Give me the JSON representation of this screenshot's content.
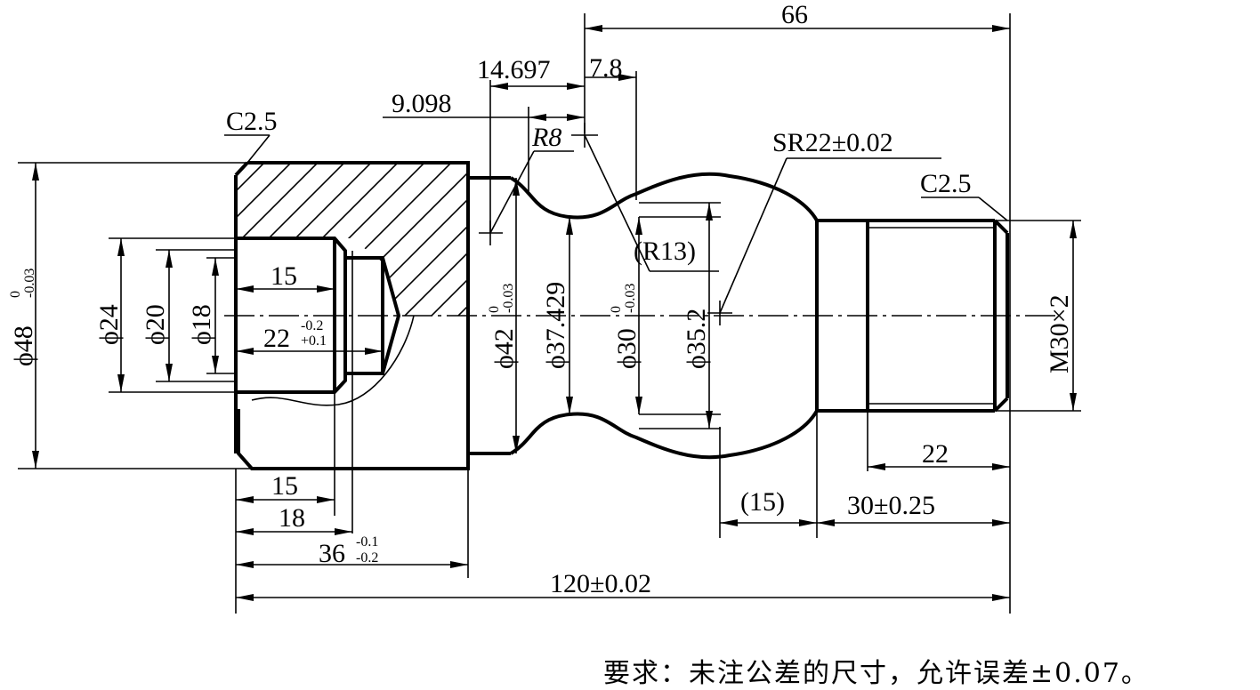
{
  "drawing": {
    "dims": {
      "d66": "66",
      "d14697": "14.697",
      "d78": "7.8",
      "d9098": "9.098",
      "r8": "R8",
      "sr22": "SR22±0.02",
      "c25_left": "C2.5",
      "c25_right": "C2.5",
      "r13": "(R13)",
      "phi48": "ϕ48",
      "phi48_tol_up": "0",
      "phi48_tol_lo": "-0.03",
      "phi24": "ϕ24",
      "phi20": "ϕ20",
      "phi18": "ϕ18",
      "phi42": "ϕ42",
      "phi42_tol_up": "0",
      "phi42_tol_lo": "-0.03",
      "phi37429": "ϕ37.429",
      "phi30": "ϕ30",
      "phi30_tol_up": "0",
      "phi30_tol_lo": "-0.03",
      "phi352": "ϕ35.2",
      "m30x2": "M30×2",
      "d15_inner": "15",
      "d22": "22",
      "d22_tol_up": "-0.2",
      "d22_tol_lo": "+0.1",
      "d15_bottom": "15",
      "d18": "18",
      "d36": "36",
      "d36_tol_up": "-0.1",
      "d36_tol_lo": "-0.2",
      "d120": "120±0.02",
      "d15_paren": "(15)",
      "d30": "30±0.25",
      "d22_right": "22"
    }
  },
  "requirement": "要求：未注公差的尺寸，允许误差±0.07。"
}
